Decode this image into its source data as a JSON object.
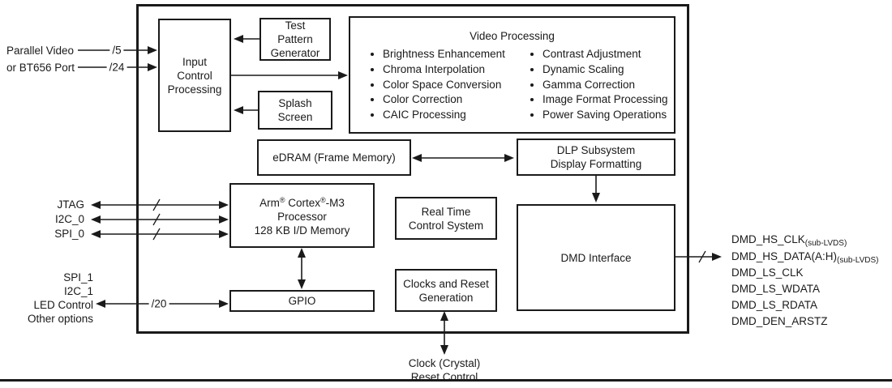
{
  "colors": {
    "ink": "#1a1a1a",
    "paper": "#ffffff"
  },
  "external": {
    "video_input": {
      "line1": "Parallel Video",
      "line2": "or BT656 Port",
      "bus1": "/5",
      "bus2": "/24"
    },
    "ports_top": [
      "JTAG",
      "I2C_0",
      "SPI_0"
    ],
    "ports_bottom": [
      "SPI_1",
      "I2C_1",
      "LED Control",
      "Other options"
    ],
    "gpio_bus": "/20",
    "dmd_outputs": [
      {
        "base": "DMD_HS_CLK",
        "sub": "(sub-LVDS)"
      },
      {
        "base": "DMD_HS_DATA(A:H)",
        "sub": "(sub-LVDS)"
      },
      {
        "base": "DMD_LS_CLK",
        "sub": ""
      },
      {
        "base": "DMD_LS_WDATA",
        "sub": ""
      },
      {
        "base": "DMD_LS_RDATA",
        "sub": ""
      },
      {
        "base": "DMD_DEN_ARSTZ",
        "sub": ""
      }
    ],
    "clock_label": {
      "line1": "Clock (Crystal)",
      "line2": "Reset Control"
    }
  },
  "blocks": {
    "input_control": {
      "line1": "Input",
      "line2": "Control",
      "line3": "Processing"
    },
    "test_pattern": {
      "line1": "Test",
      "line2": "Pattern",
      "line3": "Generator"
    },
    "splash": {
      "line1": "Splash",
      "line2": "Screen"
    },
    "video_processing": {
      "title": "Video Processing",
      "left_items": [
        "Brightness Enhancement",
        "Chroma Interpolation",
        "Color Space Conversion",
        "Color Correction",
        "CAIC Processing"
      ],
      "right_items": [
        "Contrast Adjustment",
        "Dynamic Scaling",
        "Gamma Correction",
        "Image Format Processing",
        "Power Saving Operations"
      ]
    },
    "edram": {
      "label": "eDRAM (Frame Memory)"
    },
    "dlp_subsystem": {
      "line1": "DLP Subsystem",
      "line2": "Display Formatting"
    },
    "arm": {
      "seg1": "Arm",
      "sup1": "®",
      "seg2": " Cortex",
      "sup2": "®",
      "seg3": "-M3",
      "line2": "Processor",
      "line3": "128 KB I/D Memory"
    },
    "rtcs": {
      "line1": "Real Time",
      "line2": "Control System"
    },
    "clocks": {
      "line1": "Clocks and Reset",
      "line2": "Generation"
    },
    "dmd_interface": {
      "label": "DMD Interface"
    },
    "gpio": {
      "label": "GPIO"
    }
  }
}
